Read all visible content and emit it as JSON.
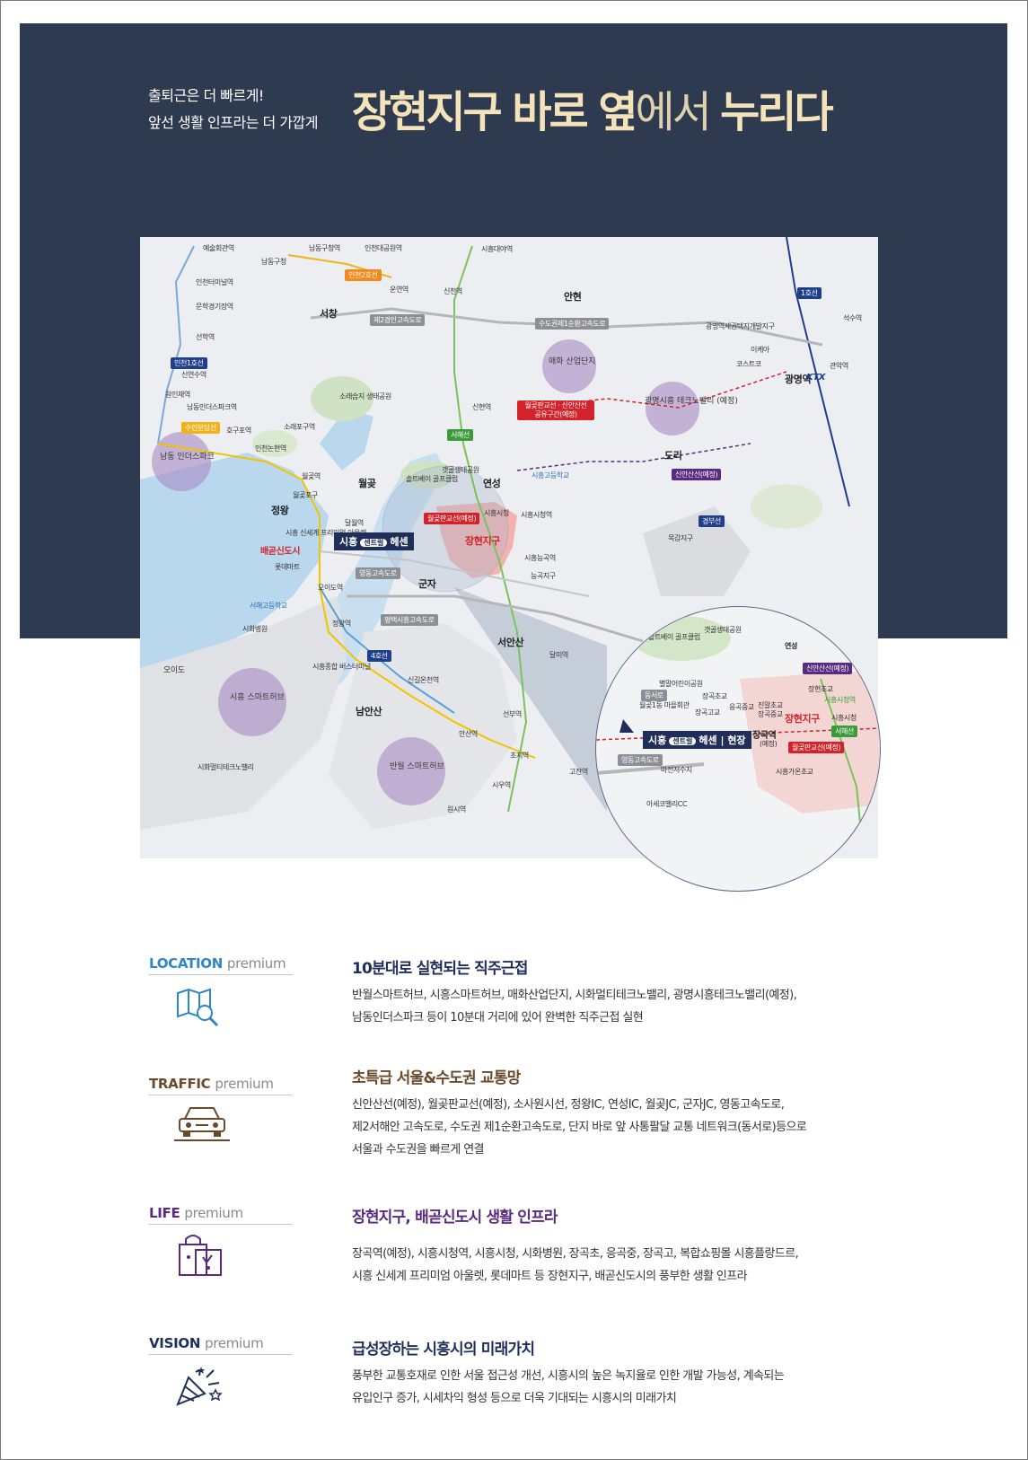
{
  "hero": {
    "sub_line1": "출퇴근은 더 빠르게!",
    "sub_line2": "앞선 생활 인프라는 더 가깝게",
    "title_strong1": "장현지구 바로 옆",
    "title_light": "에서",
    "title_strong2": "누리다",
    "bg_color": "#2e3a4f",
    "accent_color": "#f4e2b8"
  },
  "map": {
    "stations": {
      "art_center": "예술회관역",
      "namdong_gu": "남동구청",
      "namdong_gu_st": "남동구청역",
      "incheon_park": "인천대공원역",
      "siheung_daeya": "시흥대야역",
      "incheon_terminal": "인천터미널역",
      "munhak": "문학경기장역",
      "seonhak": "선학역",
      "sinyeonsu": "신연수역",
      "woninjae": "원인재역",
      "namdong_induspark": "남동인더스파크역",
      "hogupo": "호구포역",
      "soraepo": "소래포구역",
      "incheon_nonhyeon": "인천논현역",
      "woljot": "월곶역",
      "woljot_pogu": "월곶포구",
      "dalwol": "달월역",
      "unyeon": "운연역",
      "sincheon": "신천역",
      "sinhyeon": "신현역",
      "siheung_hall": "시흥시청",
      "siheung_hall_st": "시흥시청역",
      "siheung_neunggok": "시흥능곡역",
      "neunggok_district": "능곡지구",
      "oido": "오이도역",
      "jeongwang": "정왕역",
      "singiljeon": "신길온천역",
      "ansan": "안산역",
      "chogi": "초지역",
      "gojan": "고잔역",
      "siu": "시우역",
      "wonsi": "원시역",
      "seonbu": "선부역",
      "dalmi": "달미역",
      "seokssu": "석수역",
      "gwanak": "관악역",
      "gwangmyeong": "광명역",
      "mokgam": "목감지구"
    },
    "places": {
      "seochang": "서창",
      "anhyeon": "안현",
      "woljot": "월곶",
      "jeongwang": "정왕",
      "yeonseong": "연성",
      "gunja": "군자",
      "seoansan": "서안산",
      "namansan": "남안산",
      "dori": "도리",
      "gwangmyeong": "광명역",
      "baegot": "배곧신도시",
      "janghyeon": "장현지구",
      "oido": "오이도",
      "sorae_park": "소래습지 생태공원",
      "gaetgol_park": "갯골생태공원",
      "soltebei": "솔트베이 골프클럽",
      "shinsegae": "시흥 신세계 프리미엄 아울렛",
      "lotte": "롯데마트",
      "seohae_school": "서해고등학교",
      "sihwa_hospital": "시화병원",
      "siheung_terminal": "시흥종합 버스터미널",
      "siheung_highschool": "시흥고등학교",
      "sihwa_mtv": "시화멀티테크노밸리",
      "ikea": "이케아",
      "costco": "코스트코",
      "gwangmyeong_dev": "광명역세권택지개발지구"
    },
    "tags": {
      "line_incheon2": "인천2호선",
      "line_incheon1": "인천1호선",
      "line_suin": "수인분당선",
      "line_seohae": "서해선",
      "line_1": "1호선",
      "line_4": "4호선",
      "line_sinansan": "신안산선(예정)",
      "line_gyeongbu": "경부선",
      "hw_2nd": "제2경인고속도로",
      "hw_ring": "수도권제1순환고속도로",
      "hw_yeongdong": "영동고속도로",
      "hw_pyeongtaek": "평택시흥고속도로",
      "woljot_line": "월곶판교선(예정)",
      "shared_section": "월곶판교선 · 신안산선 공유구간(예정)"
    },
    "hubs": {
      "namdong": "남동 인더스파크",
      "maehwa": "매화 산업단지",
      "gwangmyeong_tv": "광명시흥 테크노밸리 (예정)",
      "siheung_smart": "시흥 스마트허브",
      "banwol_smart": "반월 스마트허브"
    },
    "site": {
      "pre": "시흥",
      "pill": "센트럴",
      "post": "헤센",
      "field": "현장"
    },
    "ktx": "KTX",
    "zoom": {
      "gaetgol": "갯골생태공원",
      "soltebei": "솔트베이 골프클럽",
      "yeonseong": "연성",
      "sinansan": "신안산선(예정)",
      "byeolmal": "별말어린이공원",
      "dongseo": "동서로",
      "woljot1": "월곶1동 마을회관",
      "janggok_el": "장곡초교",
      "janggok_high": "장곡고교",
      "eunggok_mid": "응곡중교",
      "jinmal_el": "진말초교",
      "janggok_mid": "장곡중교",
      "janghyeon_el": "장현초교",
      "siheung_hall_st": "시흥시청역",
      "janghyeon": "장현지구",
      "siheung_hall": "시흥시청",
      "seohae": "서해선",
      "janggok_st": "장곡역",
      "janggok_plan": "(예정)",
      "woljot_line": "월곶판교선(예정)",
      "yeongdong": "영동고속도로",
      "macheon": "마전저수지",
      "siheung_gaon": "시흥가온초교",
      "ise": "아세코밸리CC"
    }
  },
  "features": [
    {
      "label": "LOCATION",
      "premium": "premium",
      "label_color": "#2f86c4",
      "icon": "map-search-icon",
      "title": "10분대로 실현되는 직주근접",
      "title_color": "#1f2f5a",
      "line1": "반월스마트허브, 시흥스마트허브, 매화산업단지, 시화멀티테크노밸리, 광명시흥테크노밸리(예정),",
      "line2": "남동인더스파크 등이 10분대 거리에 있어 완벽한 직주근접 실현"
    },
    {
      "label": "TRAFFIC",
      "premium": "premium",
      "label_color": "#6b4a2a",
      "icon": "car-icon",
      "title": "초특급 서울&수도권 교통망",
      "title_color": "#6b4a2a",
      "line1": "신안산선(예정), 월곶판교선(예정), 소사원시선, 정왕IC, 연성IC, 월곶JC, 군자JC, 영동고속도로,",
      "line2": "제2서해안 고속도로, 수도권 제1순환고속도로, 단지 바로 앞 사통팔달 교통 네트워크(동서로)등으로",
      "line3": "서울과 수도권을 빠르게 연결"
    },
    {
      "label": "LIFE",
      "premium": "premium",
      "label_color": "#5a2a80",
      "icon": "shopping-bag-icon",
      "title": "장현지구, 배곧신도시 생활 인프라",
      "title_color": "#5a2a80",
      "line1": "장곡역(예정),  시흥시청역, 시흥시청, 시화병원, 장곡초, 응곡중, 장곡고, 복합쇼핑몰 시흥플랑드르,",
      "line2": "시흥 신세계 프리미엄 아울렛, 롯데마트 등 장현지구, 배곧신도시의 풍부한 생활 인프라"
    },
    {
      "label": "VISION",
      "premium": "premium",
      "label_color": "#1f2f5a",
      "icon": "party-popper-icon",
      "title": "급성장하는 시흥시의 미래가치",
      "title_color": "#1f2f5a",
      "line1": "풍부한 교통호재로 인한 서울 접근성 개선, 시흥시의 높은 녹지율로 인한 개발 가능성, 계속되는",
      "line2": "유입인구 증가, 시세차익 형성 등으로 더욱 기대되는 시흥시의 미래가치"
    }
  ]
}
